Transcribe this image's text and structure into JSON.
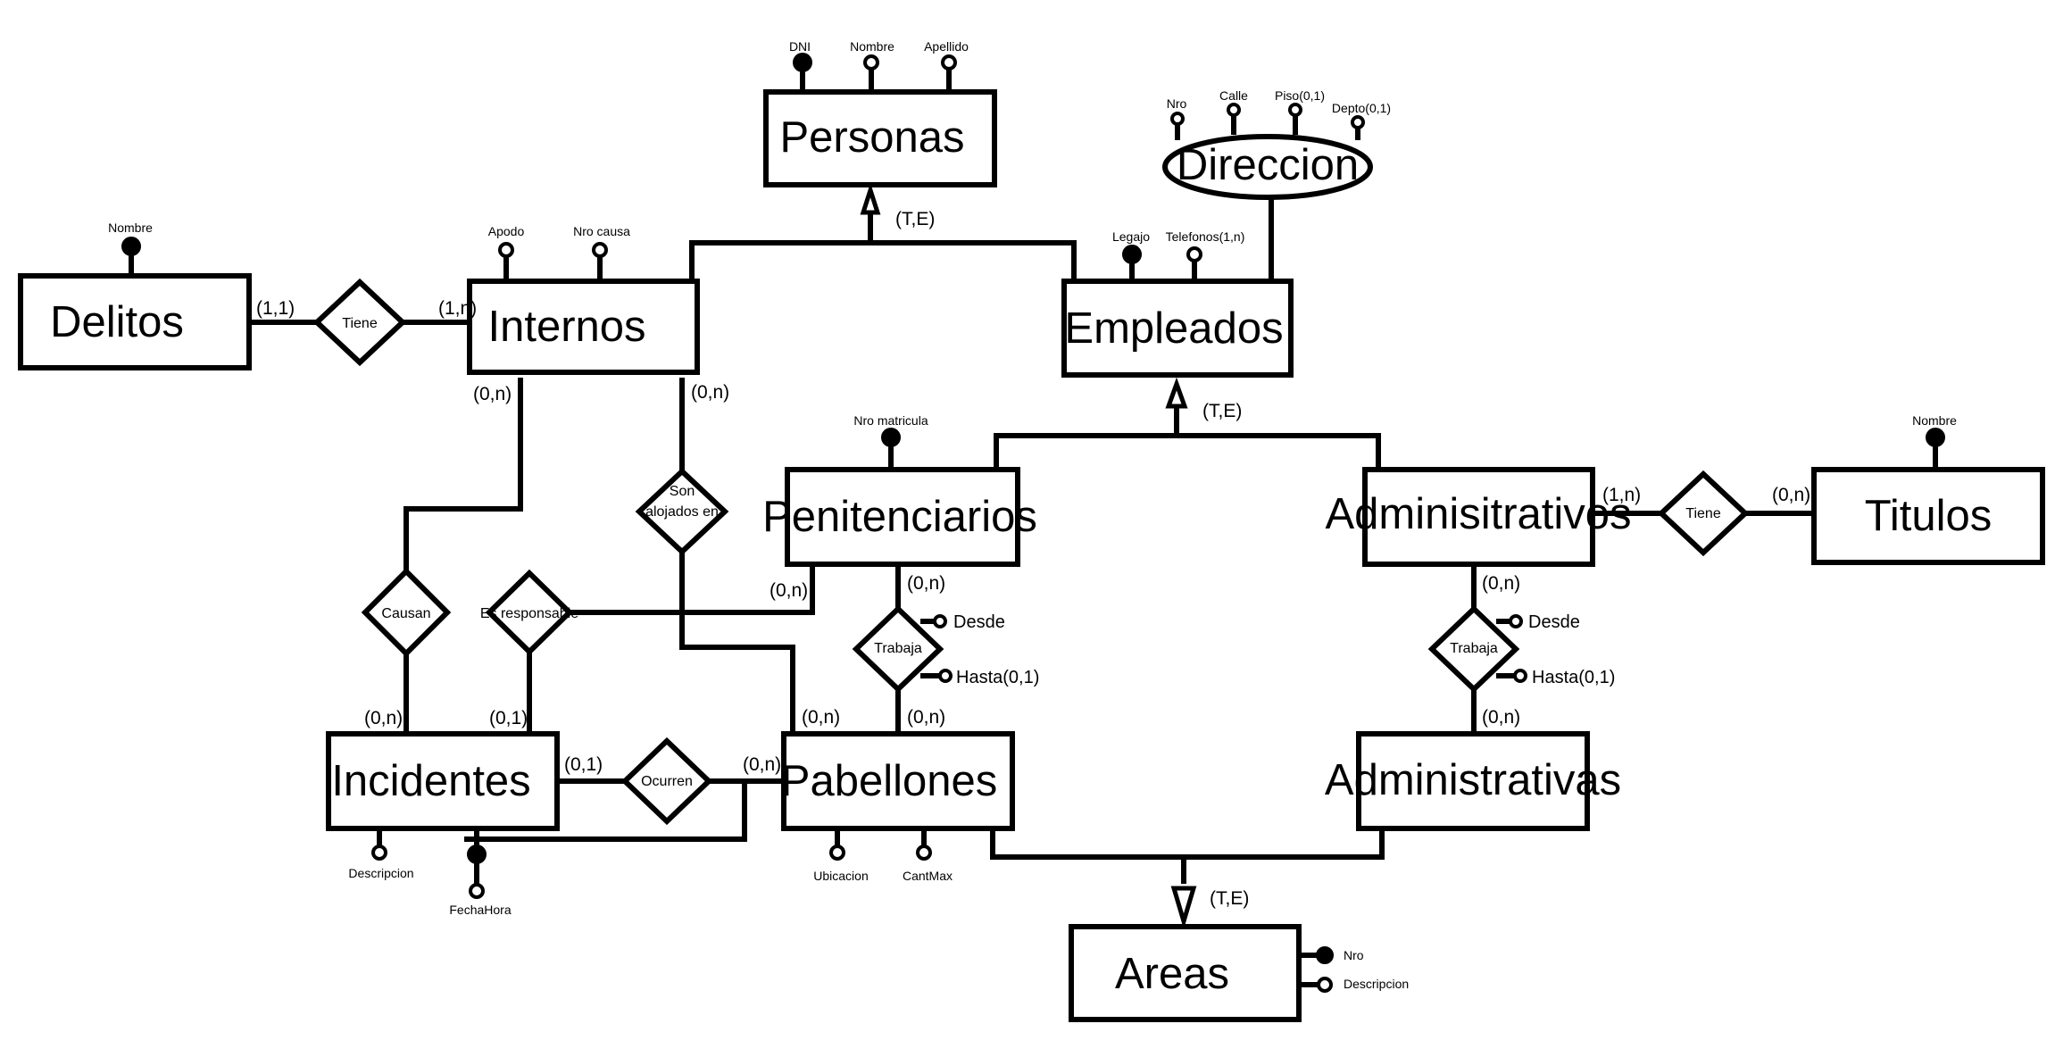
{
  "entities": {
    "personas": "Personas",
    "delitos": "Delitos",
    "internos": "Internos",
    "empleados": "Empleados",
    "penitenciarios": "Penitenciarios",
    "administrativos": "Adminisitrativos",
    "titulos": "Titulos",
    "incidentes": "Incidentes",
    "pabellones": "Pabellones",
    "administrativas": "Administrativas",
    "areas": "Areas"
  },
  "composite_attribute": {
    "direccion": "Direccion"
  },
  "relationships": {
    "tiene_delitos": "Tiene",
    "son_alojados_line1": "Son",
    "son_alojados_line2": "alojados en",
    "causan": "Causan",
    "es_responsable": "Es responsable",
    "trabaja_penitenciarios": "Trabaja",
    "trabaja_administrativos": "Trabaja",
    "tiene_titulos": "Tiene",
    "ocurren": "Ocurren"
  },
  "attributes": {
    "personas": [
      "DNI",
      "Nombre",
      "Apellido"
    ],
    "direccion": [
      "Nro",
      "Calle",
      "Piso(0,1)",
      "Depto(0,1)"
    ],
    "delitos": [
      "Nombre"
    ],
    "internos": [
      "Apodo",
      "Nro causa"
    ],
    "empleados": [
      "Legajo",
      "Telefonos(1,n)"
    ],
    "penitenciarios": [
      "Nro matricula"
    ],
    "titulos": [
      "Nombre"
    ],
    "trabaja_penitenciarios": [
      "Desde",
      "Hasta(0,1)"
    ],
    "trabaja_administrativos": [
      "Desde",
      "Hasta(0,1)"
    ],
    "incidentes": [
      "Descripcion",
      "FechaHora"
    ],
    "pabellones": [
      "Ubicacion",
      "CantMax"
    ],
    "areas": [
      "Nro",
      "Descripcion"
    ]
  },
  "cardinalities": {
    "delitos_tiene": "(1,1)",
    "internos_tiene": "(1,n)",
    "internos_causan": "(0,n)",
    "internos_alojados": "(0,n)",
    "incidentes_causan": "(0,n)",
    "incidentes_responsable": "(0,1)",
    "penitenciarios_responsable": "(0,n)",
    "penitenciarios_trabaja": "(0,n)",
    "pabellones_trabaja": "(0,n)",
    "pabellones_alojados": "(0,n)",
    "incidentes_ocurren": "(0,1)",
    "pabellones_ocurren": "(0,n)",
    "administrativos_tiene": "(1,n)",
    "titulos_tiene": "(0,n)",
    "administrativos_trabaja": "(0,n)",
    "administrativas_trabaja": "(0,n)"
  },
  "hierarchies": {
    "personas": "(T,E)",
    "empleados": "(T,E)",
    "areas": "(T,E)"
  }
}
